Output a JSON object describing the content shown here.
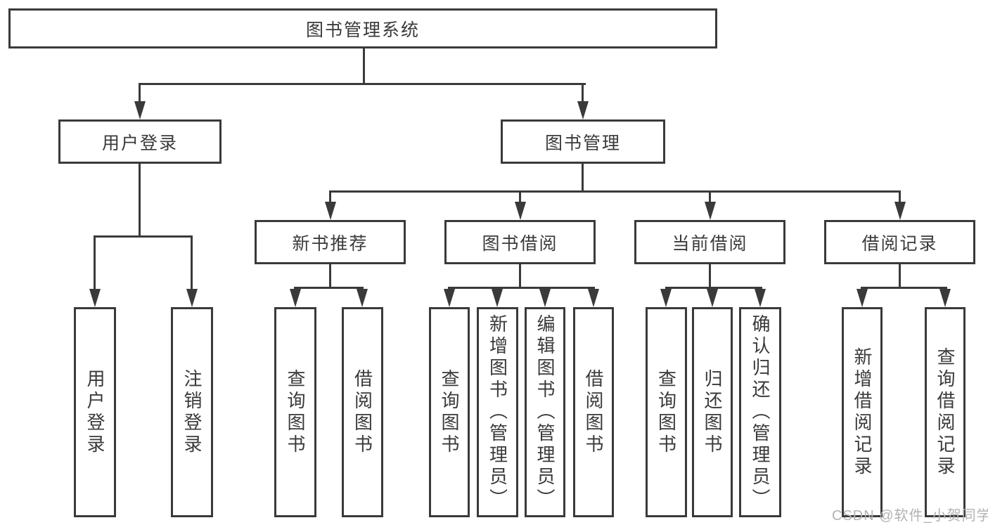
{
  "diagram": {
    "type": "tree-diagram",
    "tree": {
      "label": "图书管理系统",
      "children": [
        {
          "label": "用户登录",
          "children": [
            {
              "label": "用户登录"
            },
            {
              "label": "注销登录"
            }
          ]
        },
        {
          "label": "图书管理",
          "children": [
            {
              "label": "新书推荐",
              "children": [
                {
                  "label": "查询图书"
                },
                {
                  "label": "借阅图书"
                }
              ]
            },
            {
              "label": "图书借阅",
              "children": [
                {
                  "label": "查询图书"
                },
                {
                  "label": "新增图书（管理员）"
                },
                {
                  "label": "编辑图书（管理员）"
                },
                {
                  "label": "借阅图书"
                }
              ]
            },
            {
              "label": "当前借阅",
              "children": [
                {
                  "label": "查询图书"
                },
                {
                  "label": "归还图书"
                },
                {
                  "label": "确认归还（管理员）"
                }
              ]
            },
            {
              "label": "借阅记录",
              "children": [
                {
                  "label": "新增借阅记录"
                },
                {
                  "label": "查询借阅记录"
                }
              ]
            }
          ]
        }
      ]
    },
    "watermark": "CSDN @软件_小贺同学",
    "colors": {
      "line": "#3a3a3a",
      "text": "#3a3a3a",
      "background": "#ffffff",
      "watermark": "#b2b2b2"
    }
  }
}
